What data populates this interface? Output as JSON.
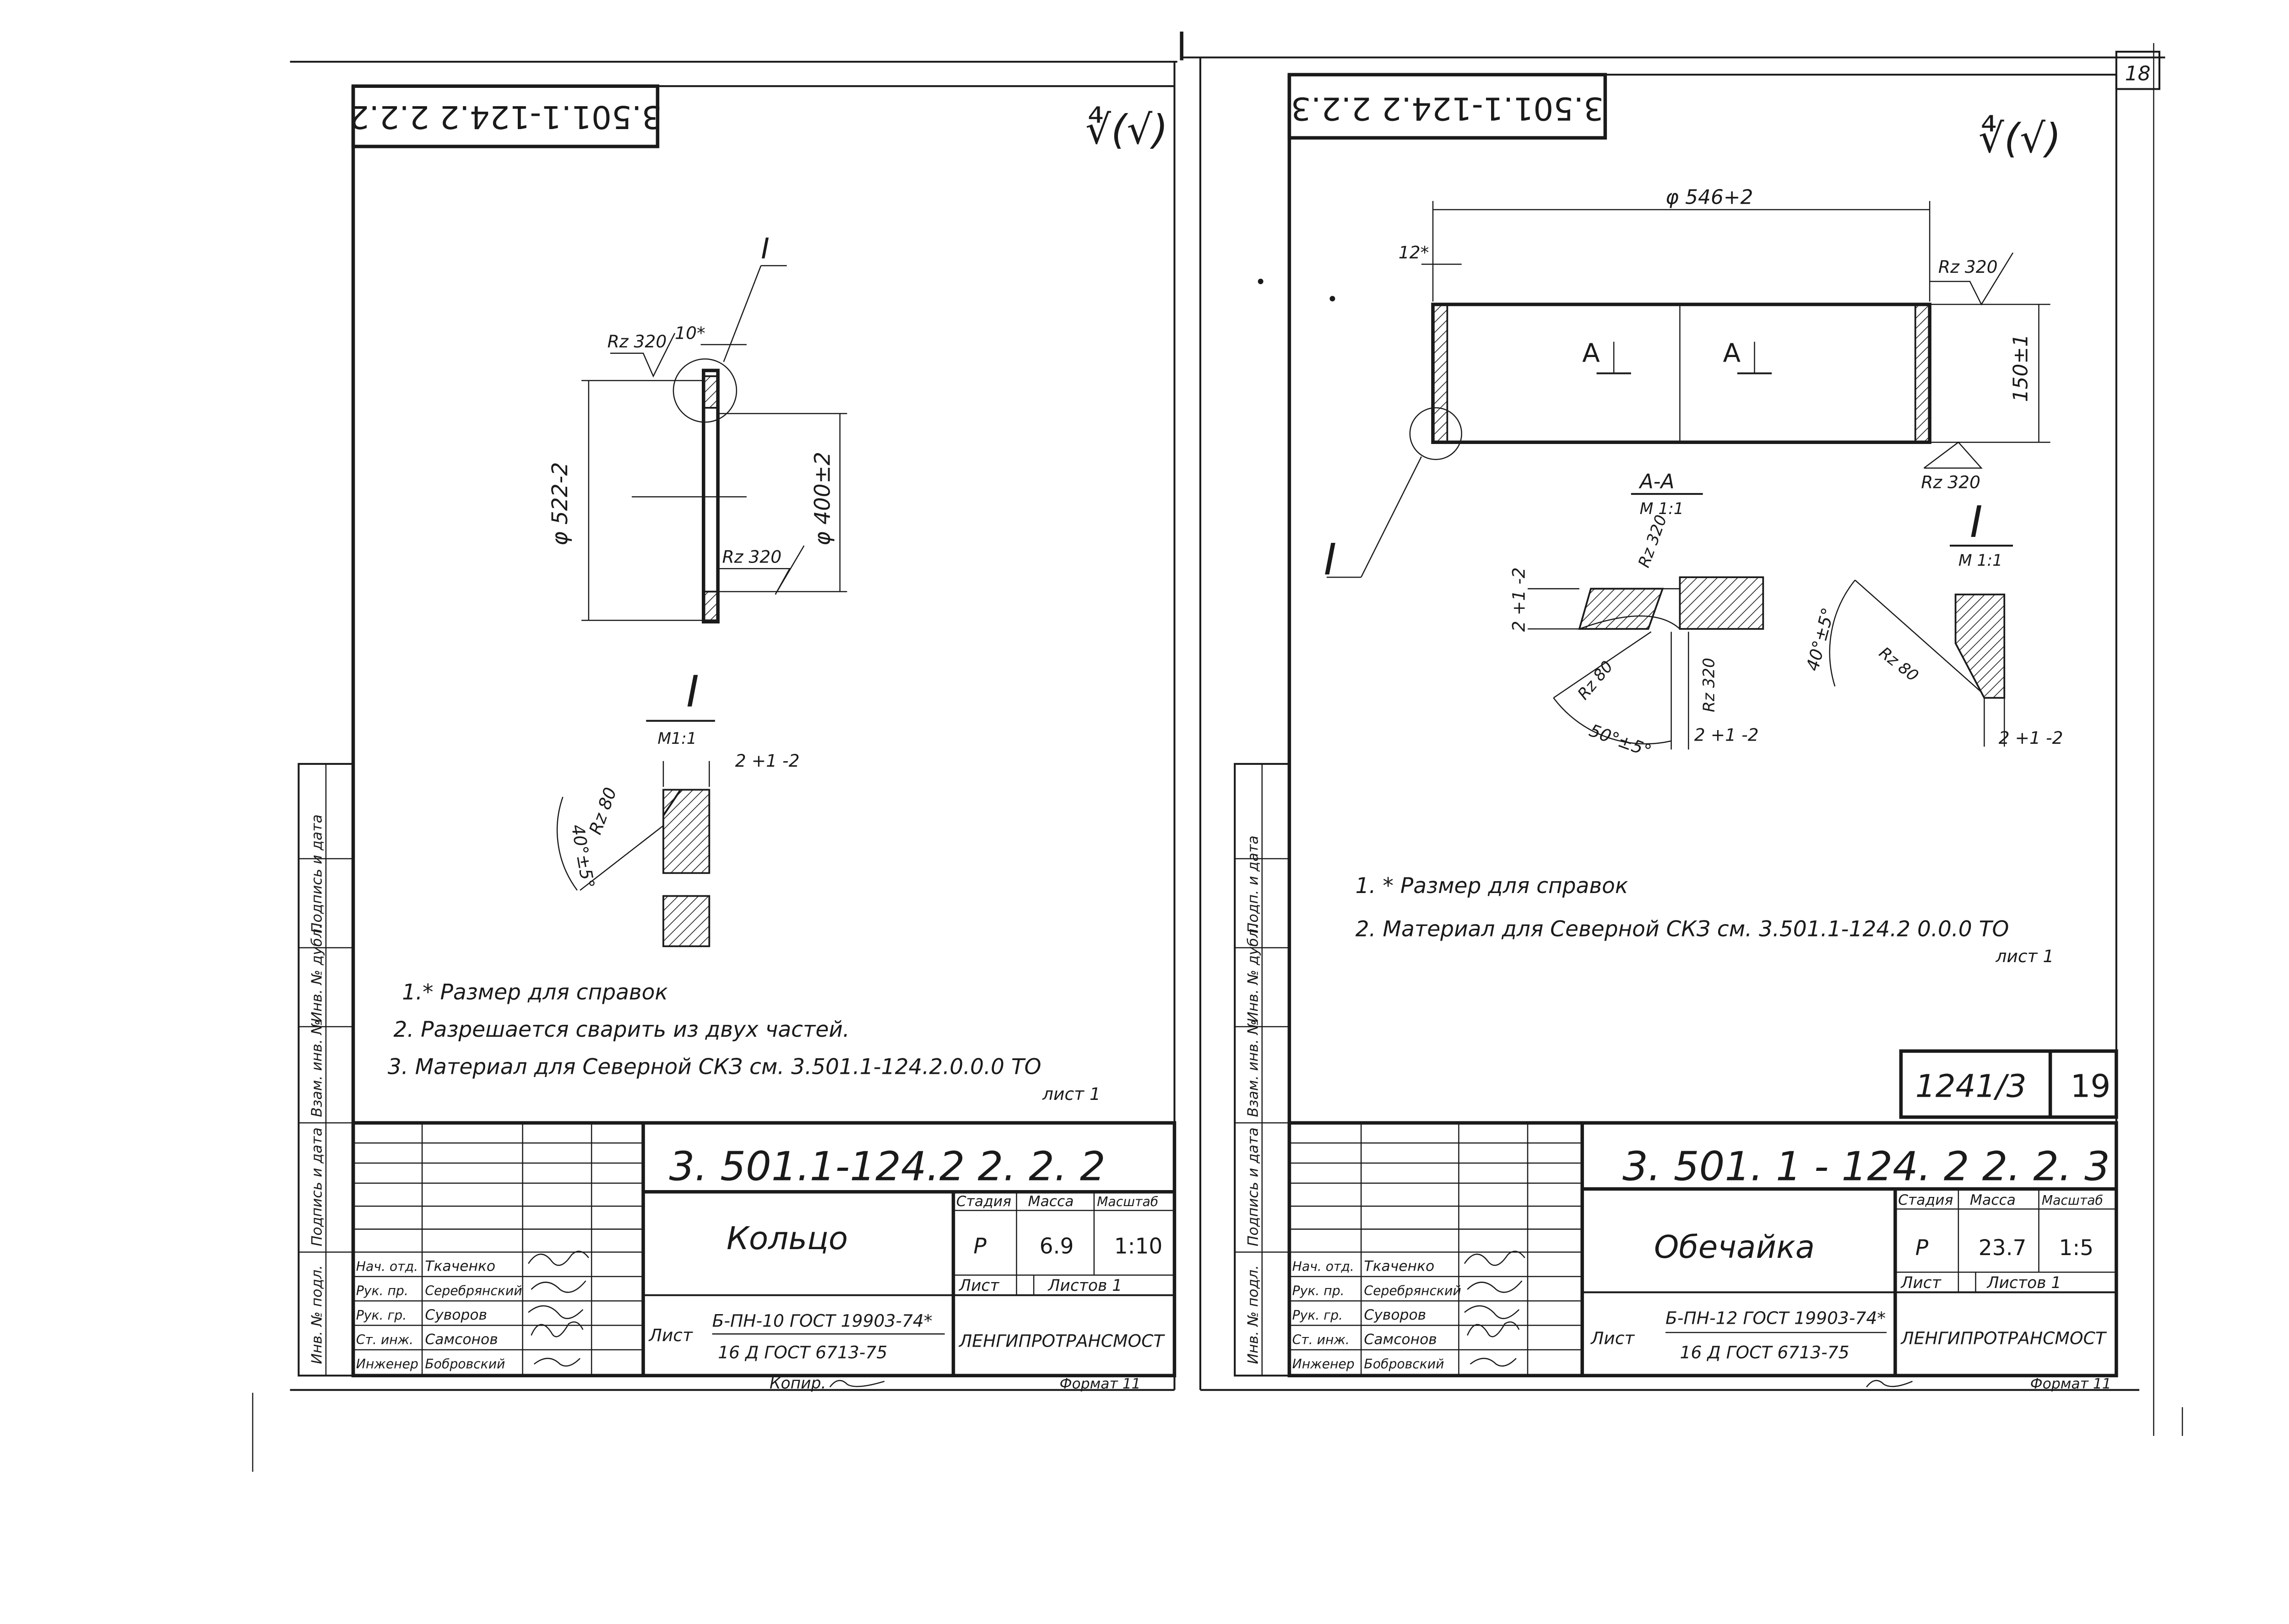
{
  "left_sheet": {
    "stamp_code": "3.501.1-124.2 2.2.2",
    "roughness_mark": "∜(√)",
    "dims": {
      "outer_diameter": "φ 522-2",
      "inner_diameter": "φ 400±2",
      "thickness": "10*",
      "rz_top": "Rz 320",
      "rz_side": "Rz 320",
      "rz_detail": "Rz 80",
      "angle": "40°±5°",
      "gap": "2 +1 -2"
    },
    "callout": "I",
    "detail_title": "I",
    "detail_scale": "M1:1",
    "notes": [
      "1.* Размер для справок",
      "2.  Разрешается сварить из двух частей.",
      "3. Материал для Северной СКЗ см. 3.501.1-124.2.0.0.0 ТО"
    ],
    "notes_tail": "лист 1",
    "title_block": {
      "code": "3. 501.1-124.2   2. 2. 2",
      "name": "Кольцо",
      "col_stage": "Стадия",
      "col_mass": "Масса",
      "col_scale": "Масштаб",
      "stage": "Р",
      "mass": "6.9",
      "scale": "1:10",
      "sheet_label": "Лист",
      "sheets_label": "Листов 1",
      "material_1": "Б-ПН-10 ГОСТ 19903-74*",
      "material_2": "16 Д ГОСТ 6713-75",
      "material_prefix": "Лист",
      "org": "ЛЕНГИПРОТРАНСМОСТ",
      "roles": [
        "Нач. отд.",
        "Рук. пр.",
        "Рук. гр.",
        "Ст. инж.",
        "Инженер"
      ],
      "names": [
        "Ткаченко",
        "Серебрянский",
        "Суворов",
        "Самсонов",
        "Бобровский"
      ],
      "footer_left": "Копир.",
      "footer_right": "Формат 11"
    },
    "side_labels": [
      "Инв. № подл.",
      "Подпись и дата",
      "Взам. инв. №",
      "Инв. № дубл.",
      "Подпись и дата"
    ]
  },
  "right_sheet": {
    "stamp_code": "3.501.1-124.2 2.2.3",
    "roughness_mark": "∜(√)",
    "page_number": "18",
    "dims": {
      "diameter": "φ 546+2",
      "wall": "12*",
      "height": "150±1",
      "rz_top": "Rz 320",
      "rz_bottom": "Rz 320",
      "section_marker": "А",
      "section_title": "А-А",
      "section_scale": "М 1:1",
      "rz_weld": "Rz 320",
      "rz_sec_80": "Rz 80",
      "rz_sec_320": "Rz 320",
      "weld_angle": "50°±5°",
      "weld_gap": "2 +1 -2",
      "weld_edge": "2 +1 -2",
      "detail_title": "I",
      "detail_scale": "М 1:1",
      "detail_angle": "40°±5°",
      "detail_rz": "Rz 80",
      "detail_gap": "2 +1 -2"
    },
    "callout": "I",
    "notes": [
      "1. * Размер для справок",
      "2.  Материал для Северной СКЗ см. 3.501.1-124.2  0.0.0 ТО"
    ],
    "notes_tail": "лист 1",
    "ref_box": {
      "left": "1241/3",
      "right": "19"
    },
    "title_block": {
      "code": "3. 501. 1 - 124. 2   2. 2. 3",
      "name": "Обечайка",
      "col_stage": "Стадия",
      "col_mass": "Масса",
      "col_scale": "Масштаб",
      "stage": "Р",
      "mass": "23.7",
      "scale": "1:5",
      "sheet_label": "Лист",
      "sheets_label": "Листов 1",
      "material_1": "Б-ПН-12 ГОСТ 19903-74*",
      "material_2": "16 Д  ГОСТ 6713-75",
      "material_prefix": "Лист",
      "org": "ЛЕНГИПРОТРАНСМОСТ",
      "roles": [
        "Нач. отд.",
        "Рук. пр.",
        "Рук. гр.",
        "Ст. инж.",
        "Инженер"
      ],
      "names": [
        "Ткаченко",
        "Серебрянский",
        "Суворов",
        "Самсонов",
        "Бобровский"
      ],
      "footer_right": "Формат 11"
    },
    "side_labels": [
      "Инв. № подл.",
      "Подпись и дата",
      "Взам. инв. №",
      "Инв. № дубл.",
      "Подп. и дата"
    ]
  }
}
